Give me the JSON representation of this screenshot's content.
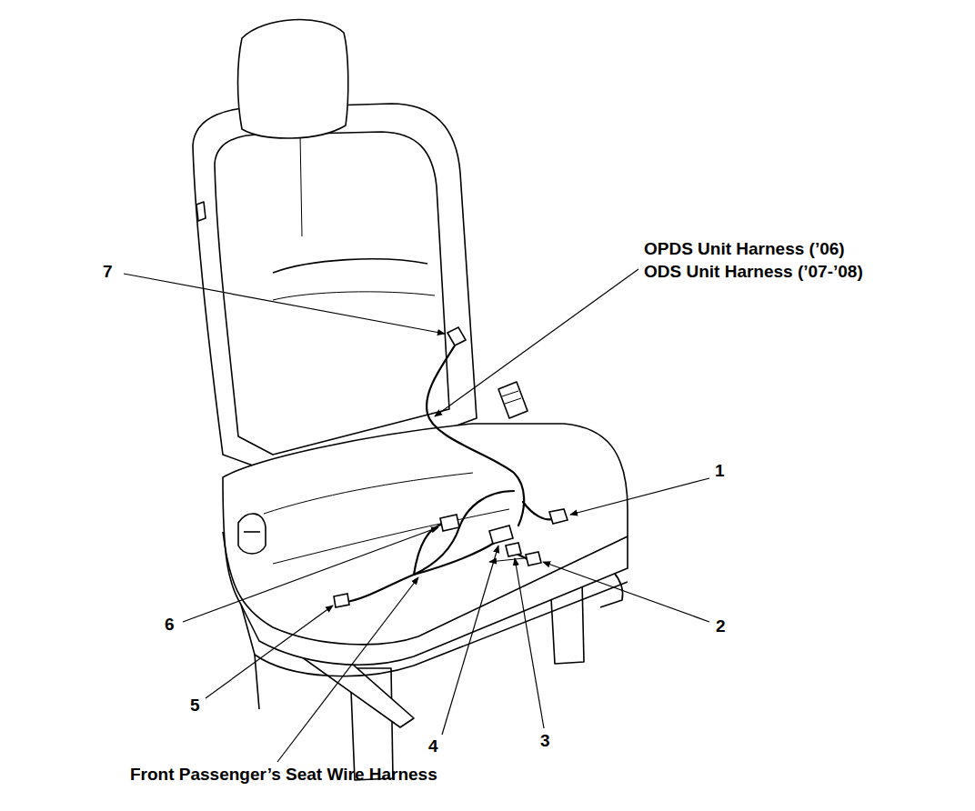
{
  "diagram": {
    "labels": [
      "7",
      "OPDS Unit Harness (’06)",
      "ODS Unit Harness (’07-’08)",
      "1",
      "6",
      "2",
      "5",
      "4",
      "3",
      "Front Passenger’s Seat Wire Harness"
    ]
  }
}
